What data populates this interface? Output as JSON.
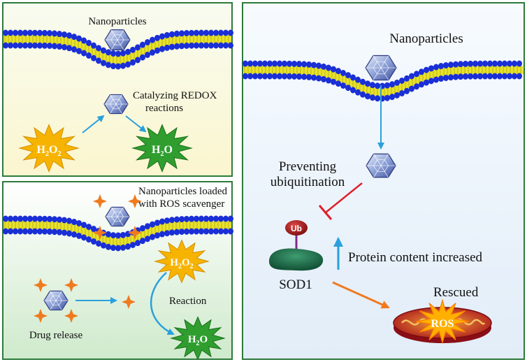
{
  "panel_a": {
    "label_nanoparticles": "Nanoparticles",
    "label_catalyzing": [
      "Catalyzing REDOX",
      "reactions"
    ],
    "reactant": {
      "main": "H",
      "sub1": "2",
      "mid": "O",
      "sub2": "2"
    },
    "product": {
      "main": "H",
      "sub1": "2",
      "mid": "O"
    }
  },
  "panel_b": {
    "label_loaded": [
      "Nanoparticles loaded",
      "with ROS scavenger"
    ],
    "label_drug_release": "Drug release",
    "label_reaction": "Reaction",
    "reactant": {
      "main": "H",
      "sub1": "2",
      "mid": "O",
      "sub2": "2"
    },
    "product": {
      "main": "H",
      "sub1": "2",
      "mid": "O"
    }
  },
  "panel_c": {
    "label_nanoparticles": "Nanoparticles",
    "label_preventing": [
      "Preventing",
      "ubiquitination"
    ],
    "label_ub": "Ub",
    "label_sod1": "SOD1",
    "label_protein": "Protein content increased",
    "label_rescued": "Rescued",
    "label_ros": "ROS"
  },
  "colors": {
    "panel_border": "#2d7a3a",
    "membrane_head": "#1a2fd6",
    "membrane_tail": "#e8e22a",
    "h2o2_star": "#f6b400",
    "h2o_star": "#2f9e2f",
    "scavenger": "#f07a1e",
    "arrow_blue": "#2aa0dc",
    "arrow_red": "#e0202a",
    "arrow_orange": "#f07a1e",
    "sod1": "#1f6a48",
    "ub": "#b01818",
    "mito": "#c0202a"
  }
}
